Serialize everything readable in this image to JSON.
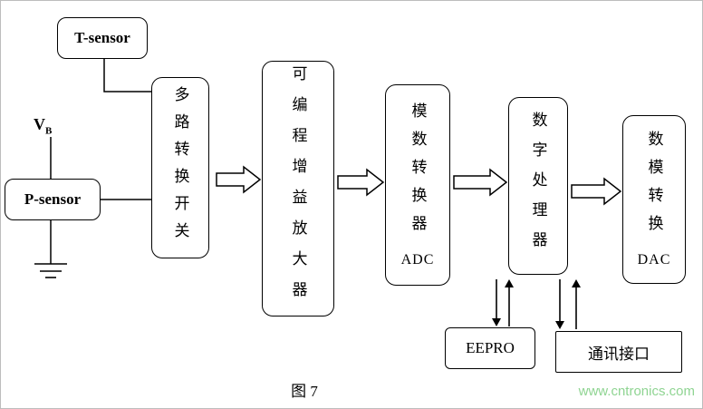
{
  "diagram": {
    "caption": "图 7",
    "watermark": "www.cntronics.com",
    "colors": {
      "line": "#000000",
      "box_fill": "#ffffff",
      "watermark_green": "#8fd492"
    },
    "nodes": {
      "t_sensor": {
        "label": "T-sensor"
      },
      "p_sensor": {
        "label": "P-sensor"
      },
      "vb": {
        "label": "V",
        "sub": "B"
      },
      "mux": {
        "label": "多路转换开关"
      },
      "pga": {
        "label": "可编程增益放大器"
      },
      "adc": {
        "label_cn": "模数转换器",
        "label_en": "ADC"
      },
      "dsp": {
        "label": "数字处理器"
      },
      "dac": {
        "label_cn": "数模转换",
        "label_en": "DAC"
      },
      "eeprom": {
        "label": "EEPRO"
      },
      "comm": {
        "label": "通讯接口"
      }
    }
  }
}
